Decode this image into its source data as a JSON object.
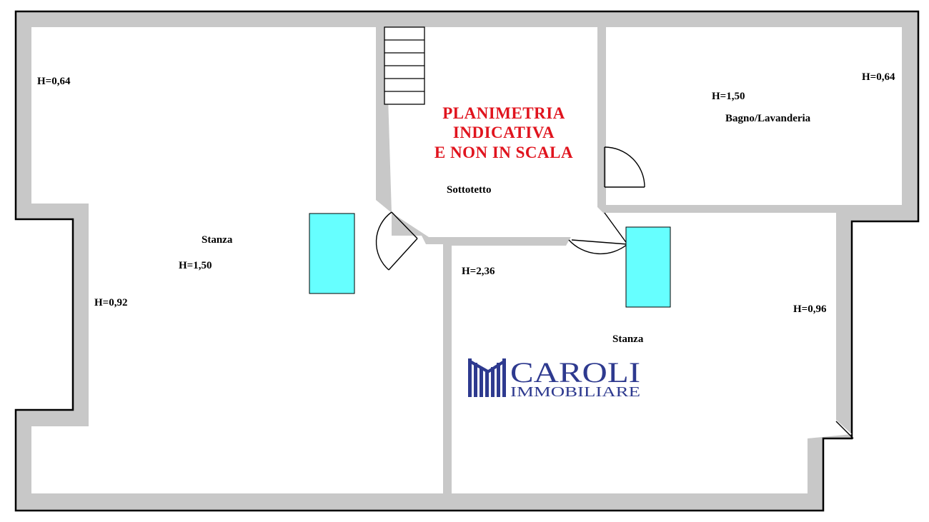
{
  "colors": {
    "wall": "#c8c8c8",
    "skylight": "#66ffff",
    "notice": "#e0141e",
    "logo": "#2e3a8f"
  },
  "notice": {
    "line1": "PLANIMETRIA",
    "line2": "INDICATIVA",
    "line3": "E NON IN SCALA"
  },
  "rooms": {
    "left": {
      "name": "Stanza",
      "height": "H=1,50",
      "height_corner": "H=0,64",
      "height_side": "H=0,92"
    },
    "attic": {
      "name": "Sottotetto",
      "height": "H=2,36"
    },
    "bathroom": {
      "name": "Bagno/Lavanderia",
      "height": "H=1,50",
      "height_corner": "H=0,64"
    },
    "right": {
      "name": "Stanza",
      "height_side": "H=0,96"
    }
  },
  "logo": {
    "name": "CAROLI",
    "subtitle": "IMMOBILIARE"
  }
}
